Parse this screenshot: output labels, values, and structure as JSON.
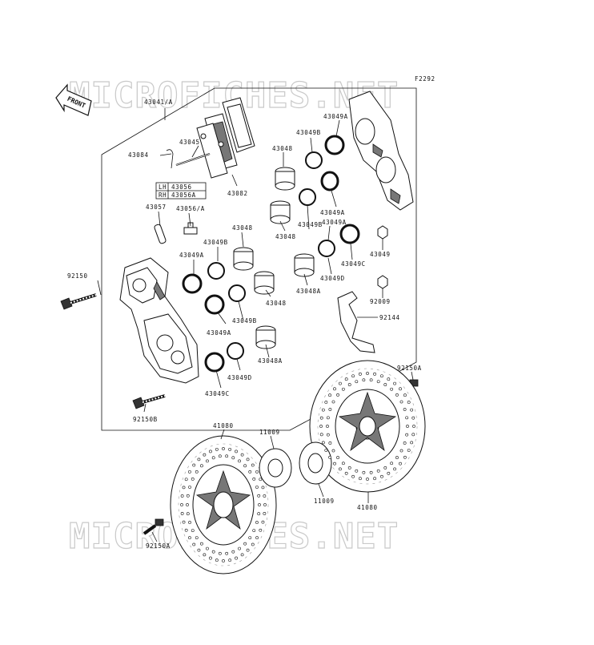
{
  "figure_code": "F2292",
  "front_arrow_text": "FRONT",
  "watermark": "MICROFICHES.NET",
  "lh_rh": {
    "lh": "LH",
    "lh_part": "43056",
    "rh": "RH",
    "rh_part": "43056A"
  },
  "labels": [
    {
      "id": "l-43041a",
      "text": "43041/A"
    },
    {
      "id": "l-43045",
      "text": "43045"
    },
    {
      "id": "l-43084",
      "text": "43084"
    },
    {
      "id": "l-43082",
      "text": "43082"
    },
    {
      "id": "l-43057",
      "text": "43057"
    },
    {
      "id": "l-43056a",
      "text": "43056/A"
    },
    {
      "id": "l-43048-a",
      "text": "43048"
    },
    {
      "id": "l-43049b-a",
      "text": "43049B"
    },
    {
      "id": "l-43049a-a",
      "text": "43049A"
    },
    {
      "id": "l-92150",
      "text": "92150"
    },
    {
      "id": "l-43048-b",
      "text": "43048"
    },
    {
      "id": "l-43049a-b",
      "text": "43049A"
    },
    {
      "id": "l-43049b-b",
      "text": "43049B"
    },
    {
      "id": "l-43048a-a",
      "text": "43048A"
    },
    {
      "id": "l-43049d-a",
      "text": "43049D"
    },
    {
      "id": "l-43049c-a",
      "text": "43049C"
    },
    {
      "id": "l-92150b",
      "text": "92150B"
    },
    {
      "id": "l-43049a-c",
      "text": "43049A"
    },
    {
      "id": "l-43049b-c",
      "text": "43049B"
    },
    {
      "id": "l-43048-c",
      "text": "43048"
    },
    {
      "id": "l-43049a-d",
      "text": "43049A"
    },
    {
      "id": "l-43048-d",
      "text": "43048"
    },
    {
      "id": "l-43049b-d",
      "text": "43049B"
    },
    {
      "id": "l-43049a-e",
      "text": "43049A"
    },
    {
      "id": "l-43049",
      "text": "43049"
    },
    {
      "id": "l-43049c-b",
      "text": "43049C"
    },
    {
      "id": "l-43048a-b",
      "text": "43048A"
    },
    {
      "id": "l-43049d-b",
      "text": "43049D"
    },
    {
      "id": "l-92009",
      "text": "92009"
    },
    {
      "id": "l-92144",
      "text": "92144"
    },
    {
      "id": "l-92150a-a",
      "text": "92150A"
    },
    {
      "id": "l-41080-a",
      "text": "41080"
    },
    {
      "id": "l-11009-a",
      "text": "11009"
    },
    {
      "id": "l-11009-b",
      "text": "11009"
    },
    {
      "id": "l-41080-b",
      "text": "41080"
    },
    {
      "id": "l-92150a-b",
      "text": "92150A"
    }
  ]
}
